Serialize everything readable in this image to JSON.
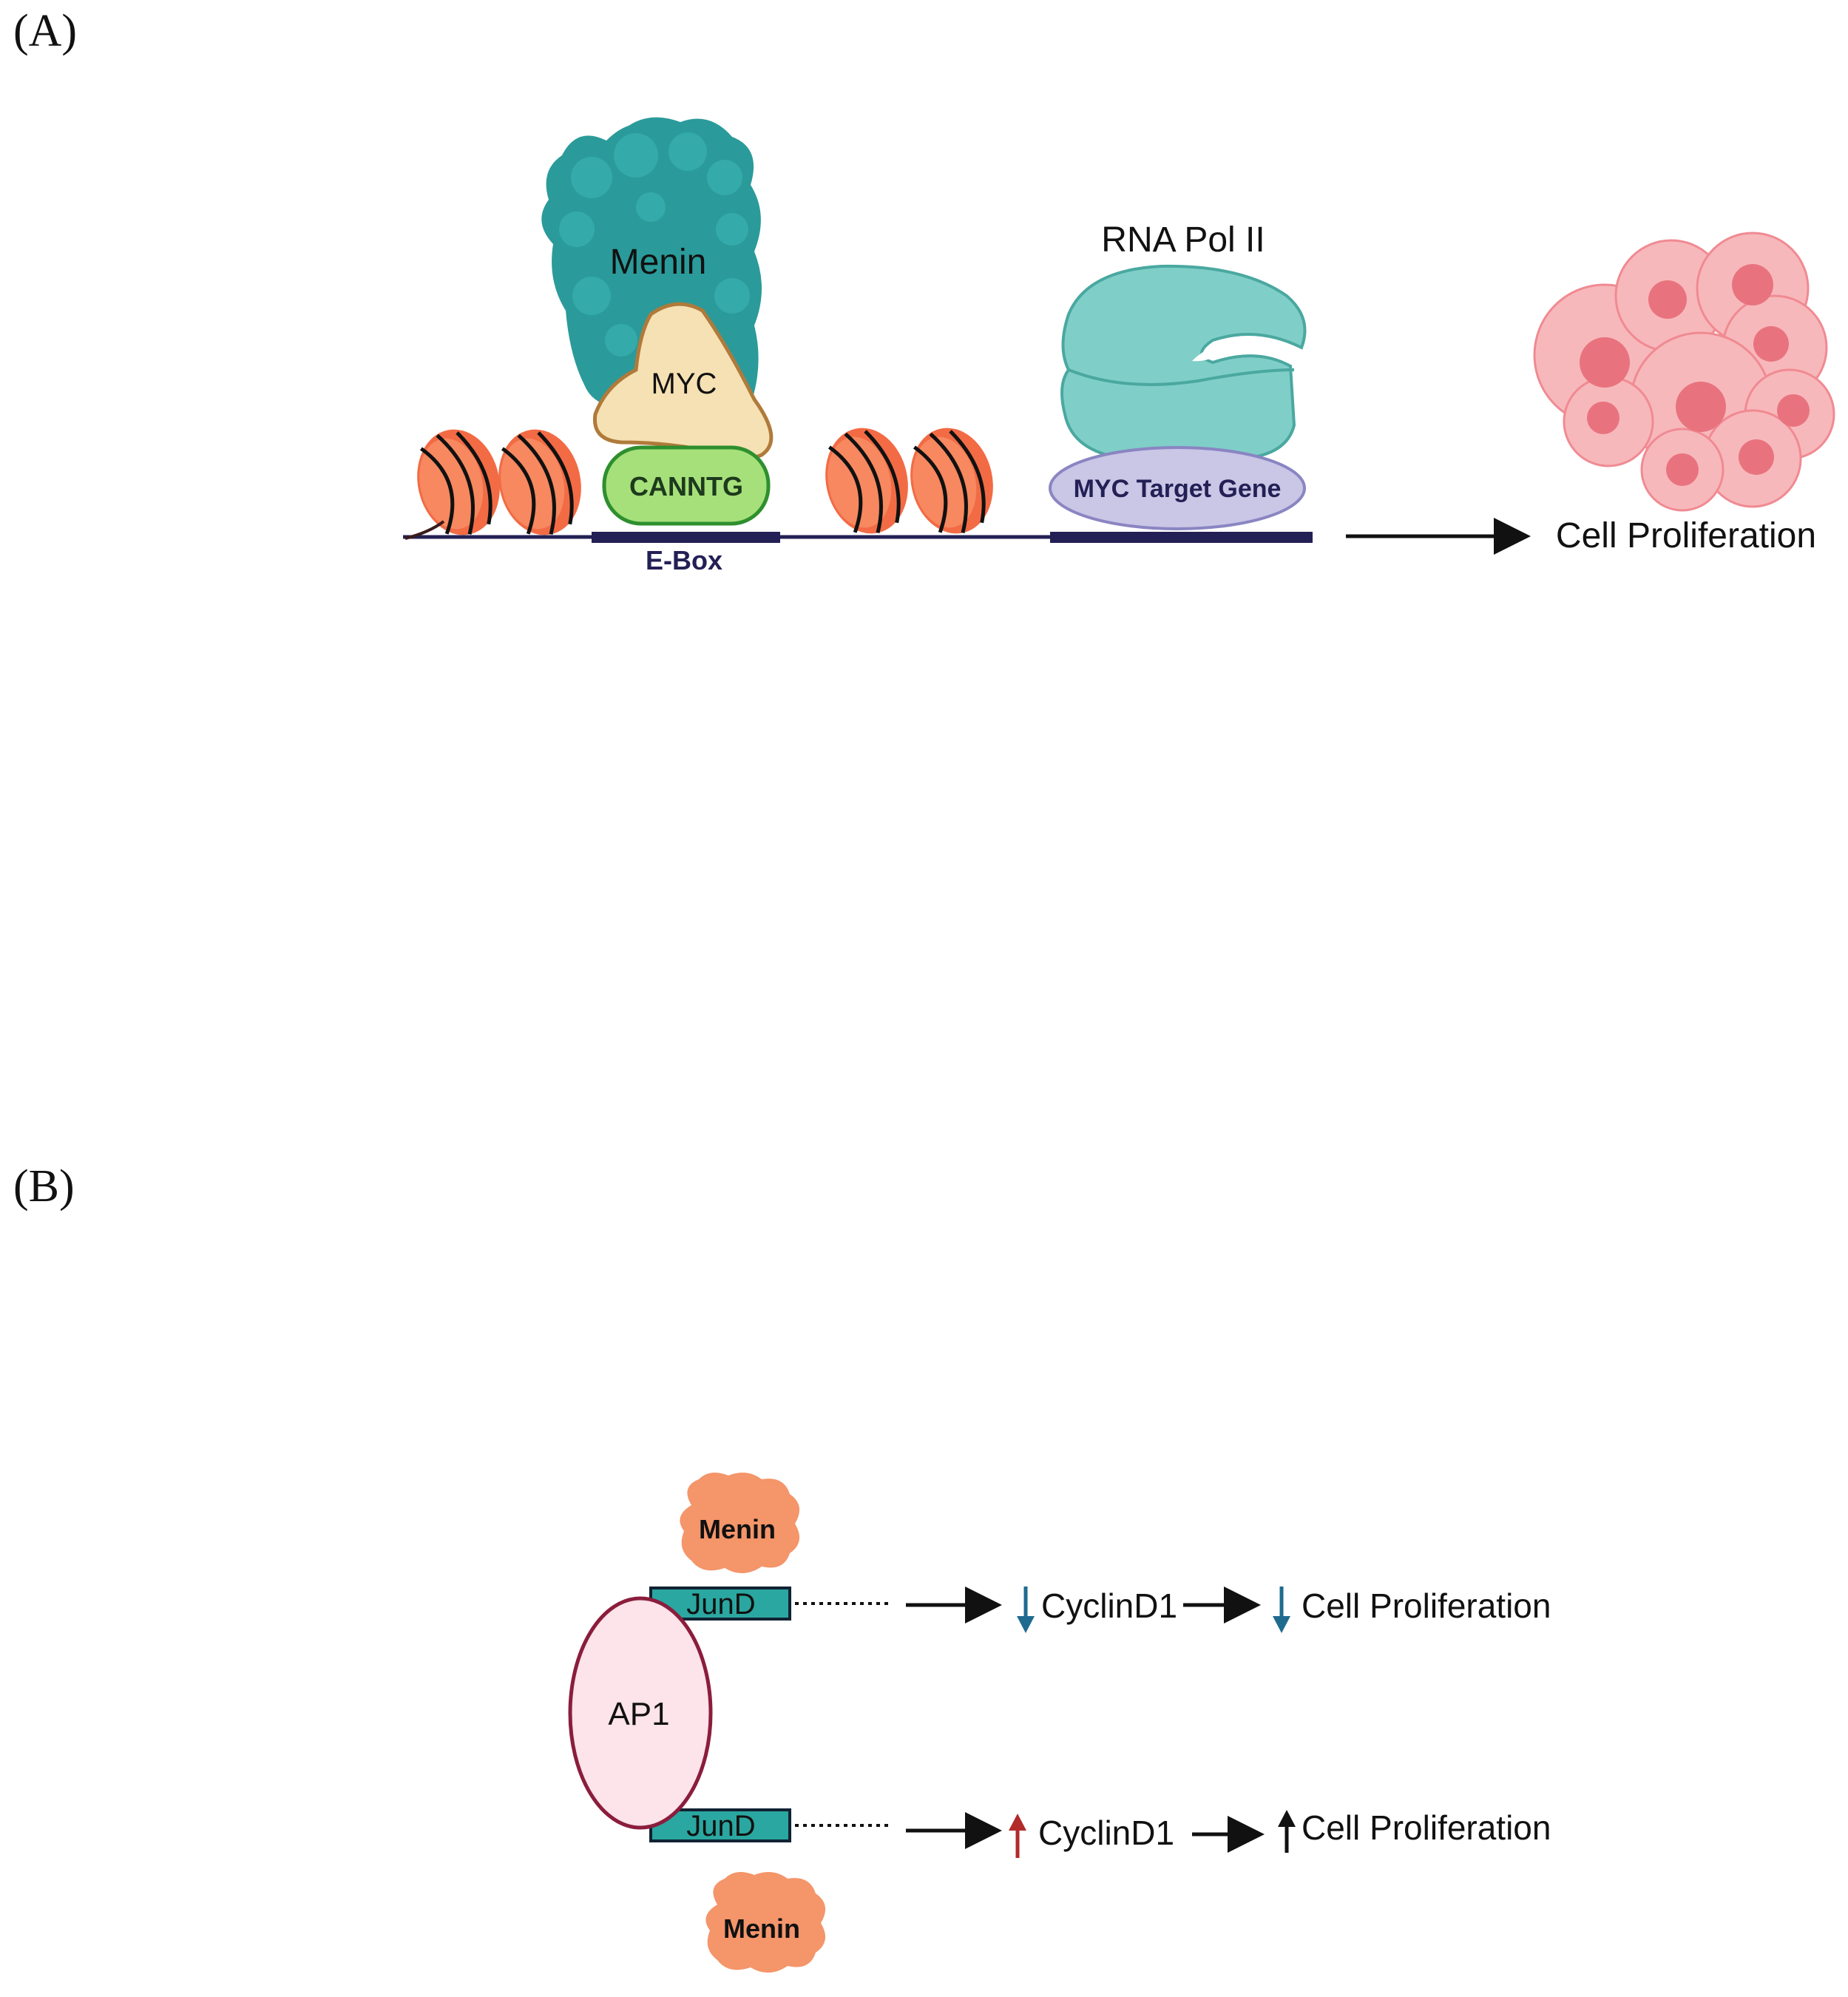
{
  "panel_a": {
    "label": "(A)",
    "menin": "Menin",
    "myc": "MYC",
    "canntg": "CANNTG",
    "ebox": "E-Box",
    "rna_pol": "RNA Pol II",
    "target_gene": "MYC Target Gene",
    "outcome": "Cell Proliferation"
  },
  "panel_b": {
    "label": "(B)",
    "menin_top": "Menin",
    "menin_bottom": "Menin",
    "jund_top": "JunD",
    "jund_bottom": "JunD",
    "ap1": "AP1",
    "top_row": {
      "cyclin": "CyclinD1",
      "outcome": "Cell Proliferation",
      "direction": "down"
    },
    "bottom_row": {
      "cyclin": "CyclinD1",
      "outcome": "Cell Proliferation",
      "direction": "up"
    }
  },
  "colors": {
    "menin_a": "#2b9a9a",
    "myc": "#f5e1b3",
    "canntg": "#a6e07a",
    "nucleosome": "#f26b45",
    "rna_pol": "#7fcfc8",
    "target_gene": "#c9c6e6",
    "dna": "#232055",
    "cells": "#f4a3a7",
    "menin_b": "#f4956a",
    "jund": "#2aa7a0",
    "ap1": "#fde3ea",
    "ap1_border": "#8b1d3c",
    "down_arrow": "#1f6b8f",
    "up_arrow": "#b22a2a"
  }
}
